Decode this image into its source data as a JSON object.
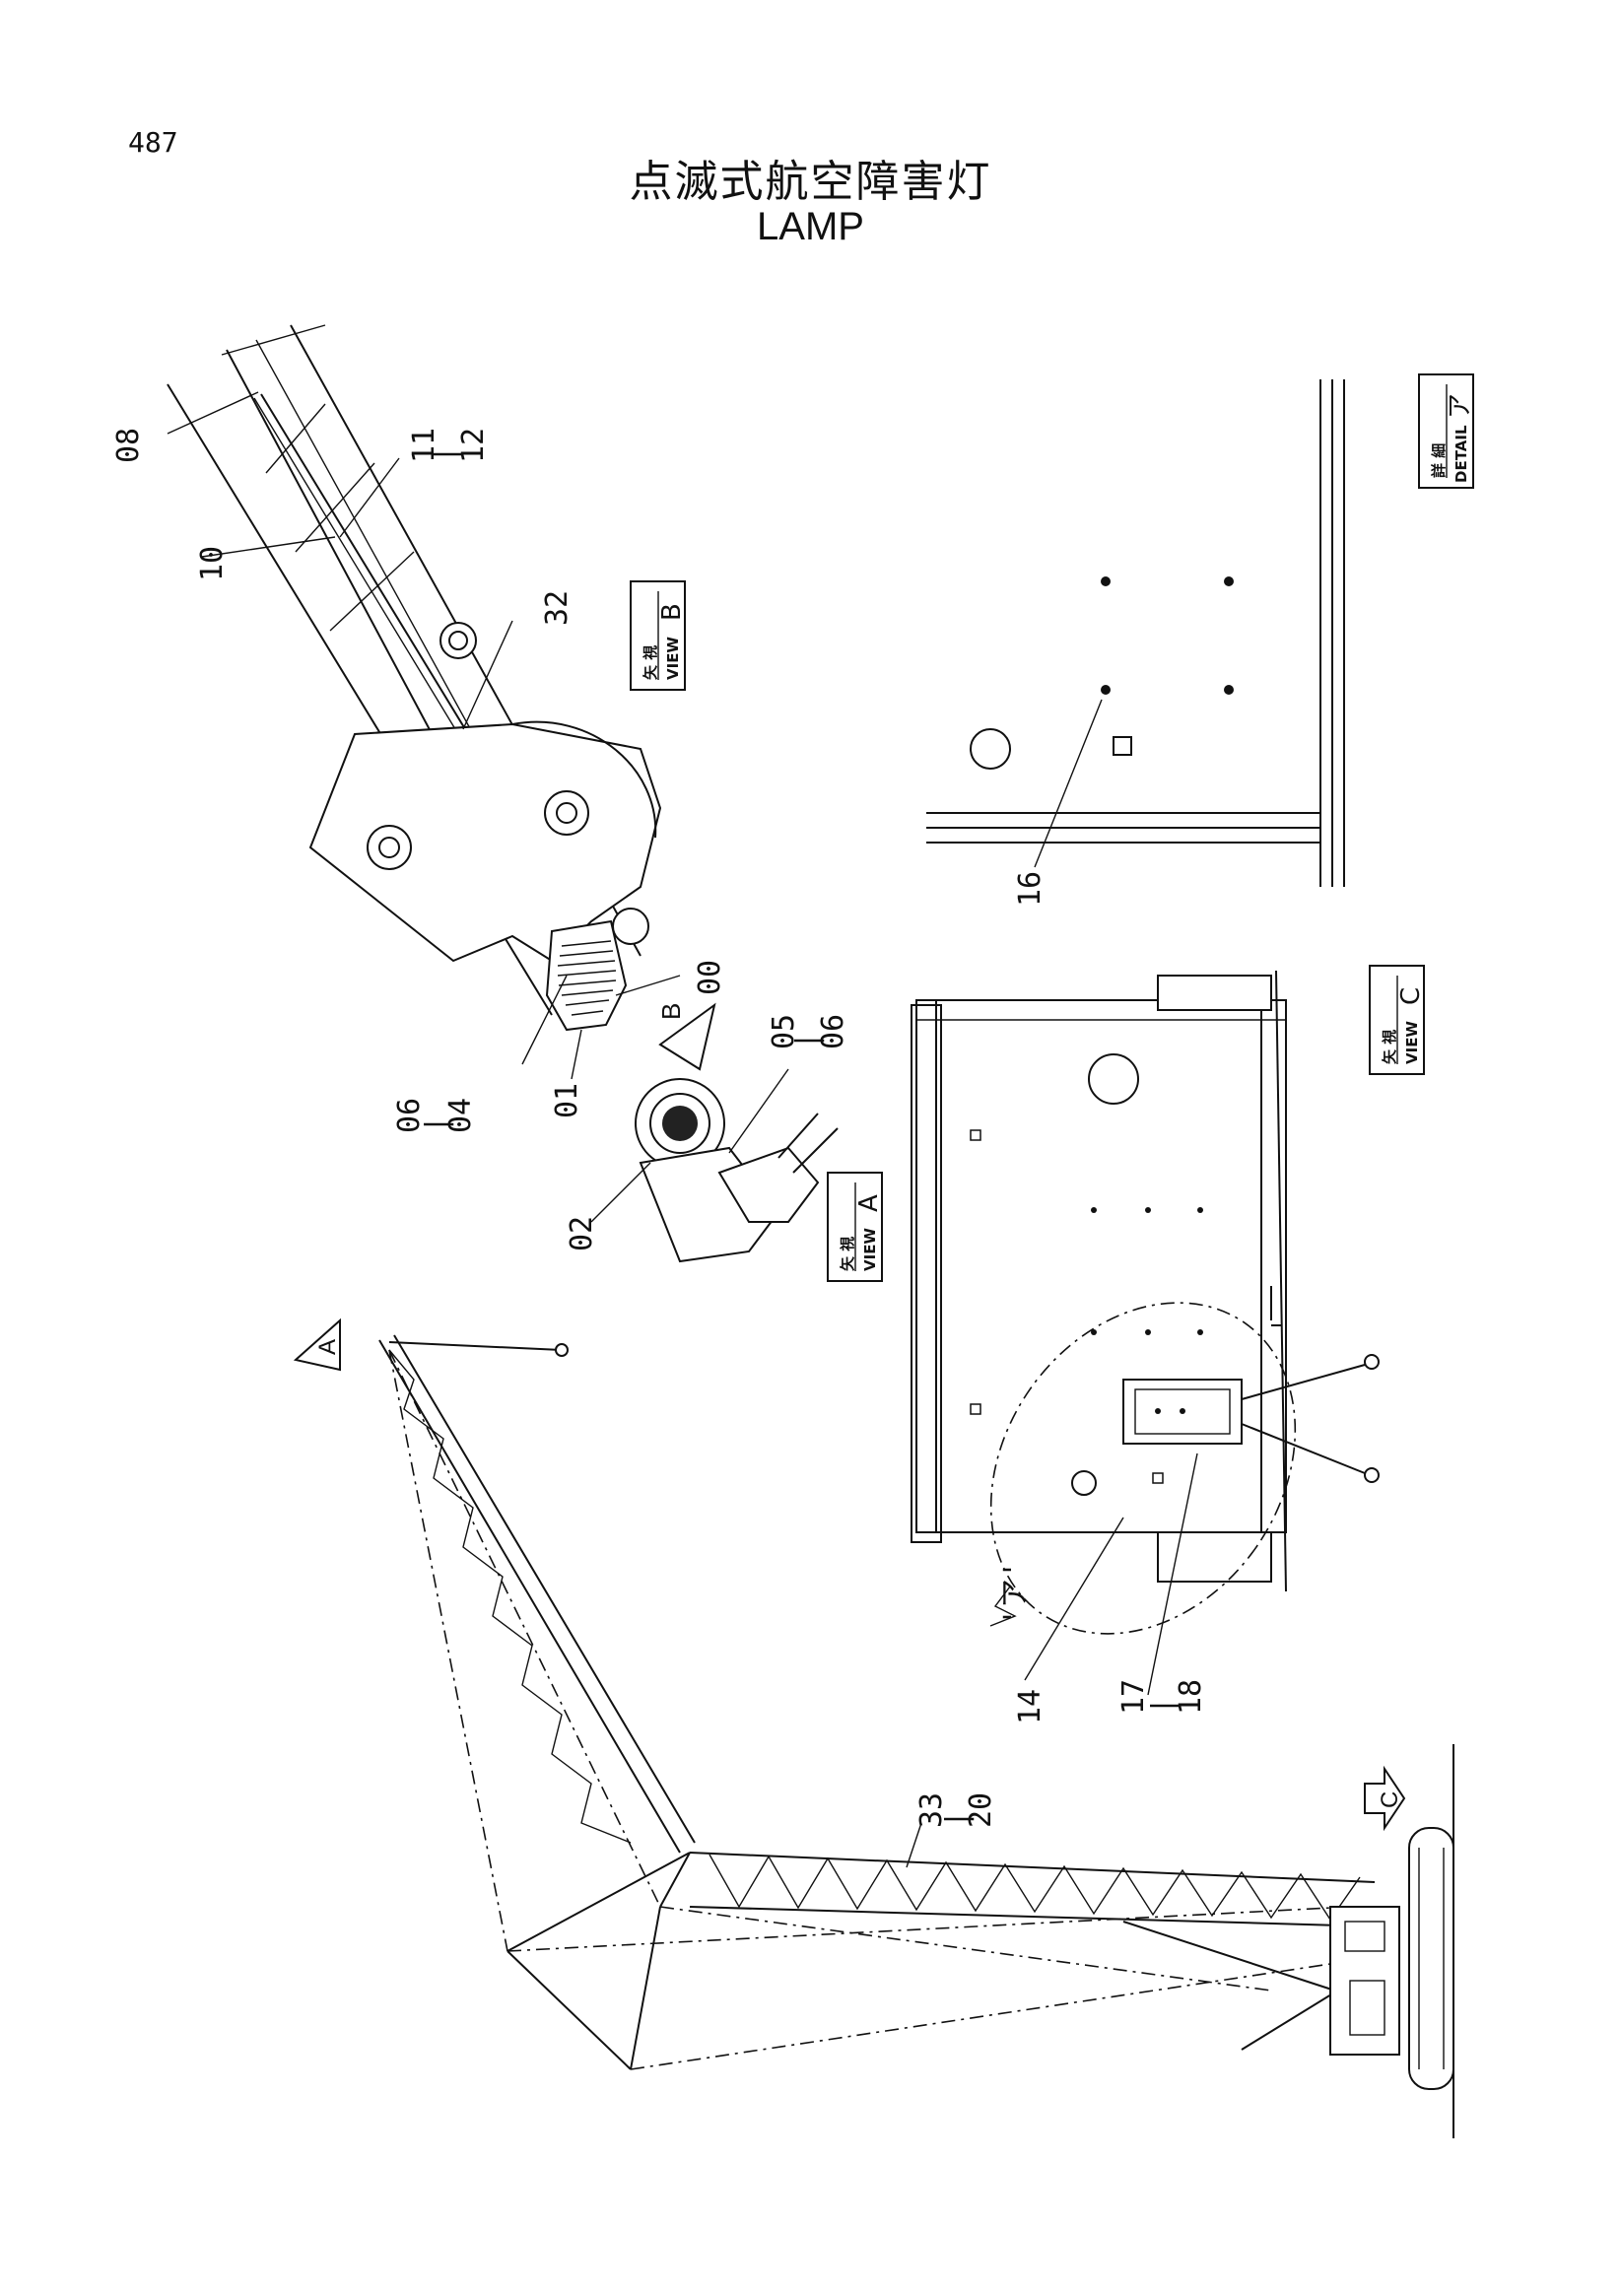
{
  "page_number": "487",
  "title_jp": "点滅式航空障害灯",
  "title_en": "LAMP",
  "views": {
    "view_b": {
      "kanji": "矢 視",
      "view": "VIEW",
      "letter": "B"
    },
    "view_a": {
      "kanji": "矢 視",
      "view": "VIEW",
      "letter": "A"
    },
    "view_c": {
      "kanji": "矢 視",
      "view": "VIEW",
      "letter": "C"
    },
    "detail": {
      "kanji": "詳 細",
      "view": "DETAIL",
      "letter": "ア"
    }
  },
  "arrow_markers": {
    "a": "A",
    "b": "B",
    "c": "C"
  },
  "detail_callout": "'ア'",
  "part_labels": {
    "p08": "08",
    "p11_12": "11\n|\n12",
    "p10": "10",
    "p32": "32",
    "p06_04": "06\n|\n04",
    "p01": "01",
    "p00": "00",
    "p05_06": "05\n|\n06",
    "p02": "02",
    "p16": "16",
    "p14": "14",
    "p17_18": "17\n|\n18",
    "p33_20": "33\n|\n20"
  }
}
